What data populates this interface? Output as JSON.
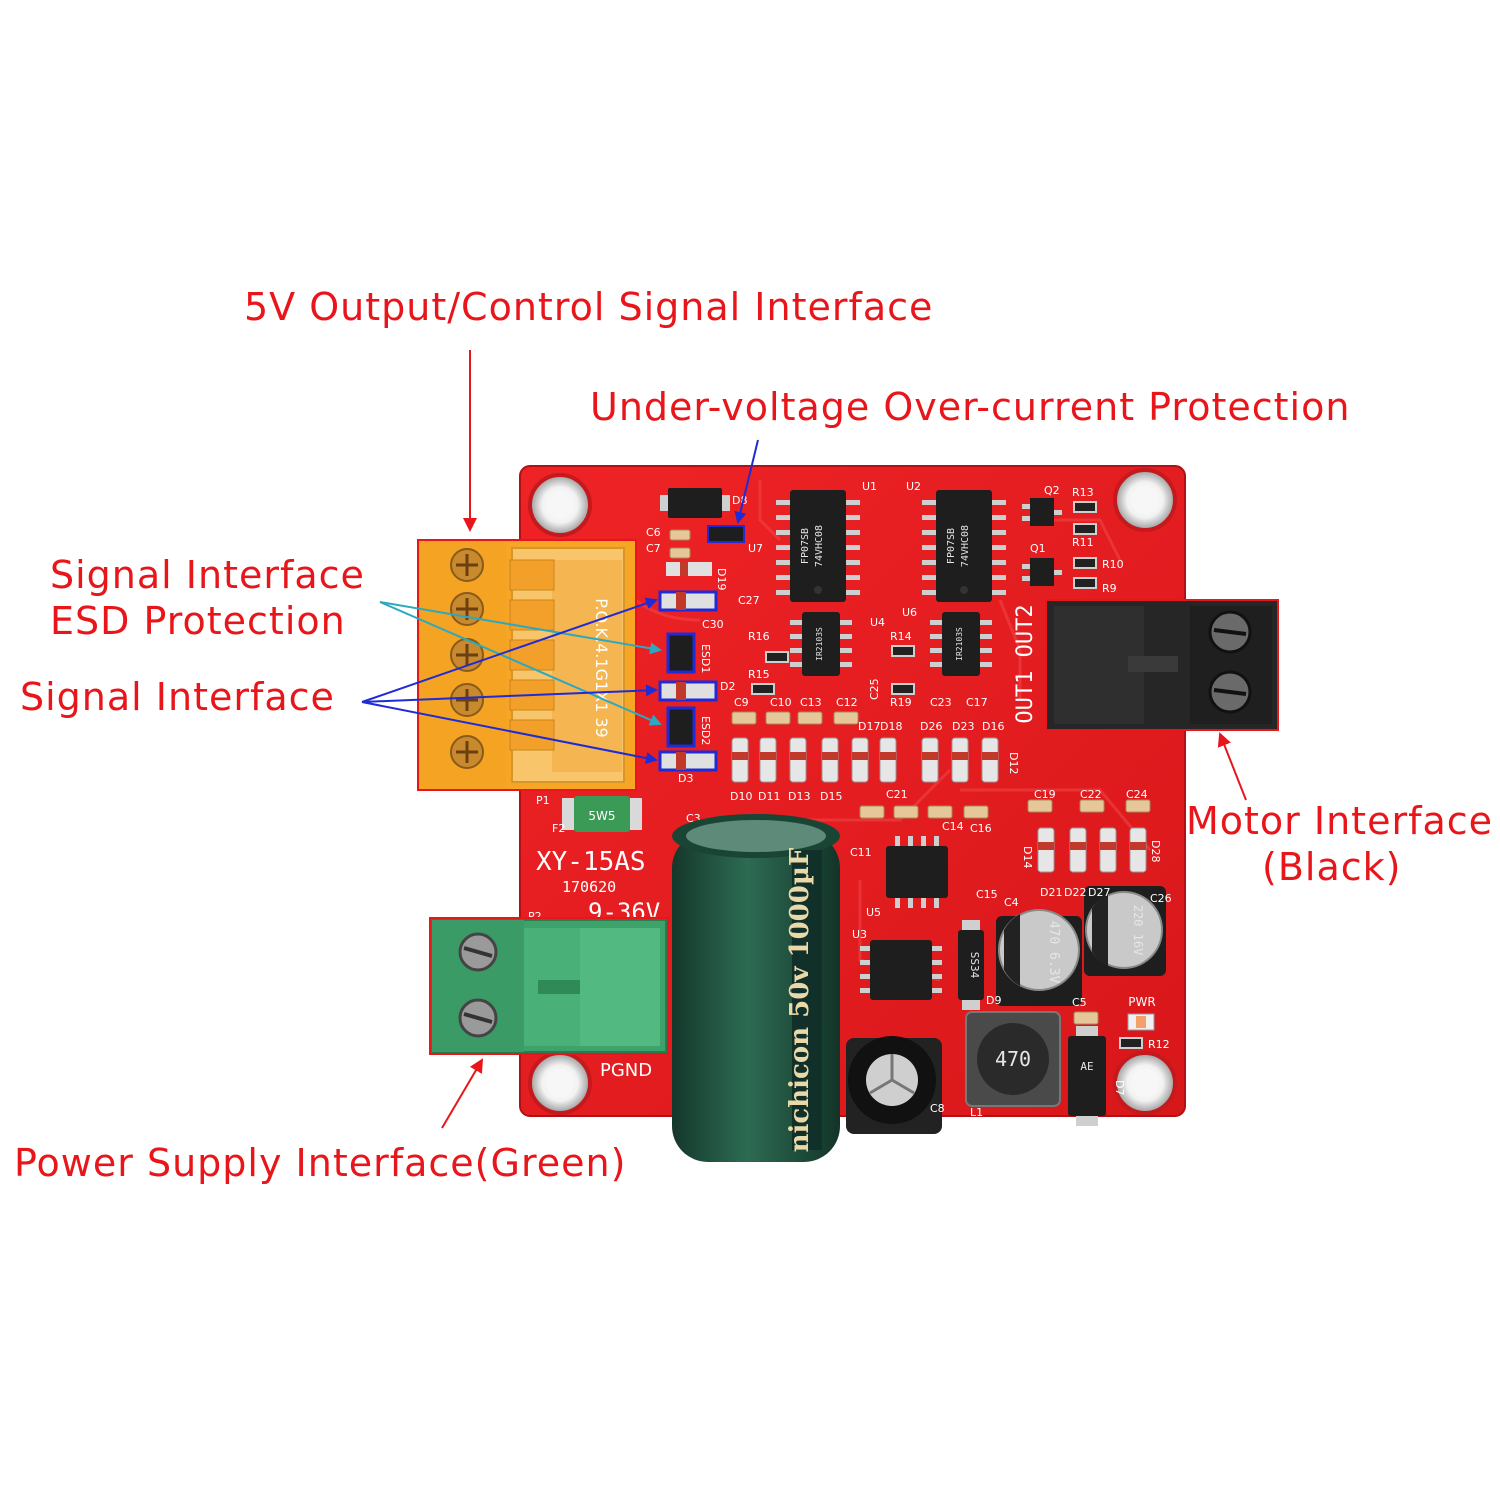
{
  "callouts": {
    "five_v": "5V Output/Control Signal Interface",
    "undervoltage": "Under-voltage Over-current Protection",
    "esd_line1": "Signal Interface",
    "esd_line2": "ESD Protection",
    "signal": "Signal Interface",
    "motor_line1": "Motor Interface",
    "motor_line2": "(Black)",
    "power": "Power Supply Interface(Green)"
  },
  "board": {
    "model": "XY-15AS",
    "date_code": "170620",
    "voltage": "9-36V",
    "pgnd": "PGND",
    "pwr": "PWR",
    "out_label": "OUT1 OUT2",
    "fuse": "5W5",
    "chip_u1": "74VHC08",
    "chip_u2": "74VHC08",
    "chip_top": "FP07SB",
    "driver_u4": "IR2103S",
    "driver_u6": "IR2103S",
    "inductor": "470",
    "cap_big": "nichicon 50v 1000µF",
    "cap_small_a": "470 6.3V",
    "cap_small_b": "220 16V",
    "diode_d9": "SS34",
    "diode_d7": "AE",
    "terminal_text": "P.O.K.4.1G1X1 39",
    "refs": [
      "U1",
      "U2",
      "U4",
      "U6",
      "U3",
      "U5",
      "U7",
      "Q1",
      "Q2",
      "R9",
      "R10",
      "R11",
      "R12",
      "R13",
      "R14",
      "R15",
      "R16",
      "R19",
      "C3",
      "C4",
      "C5",
      "C6",
      "C7",
      "C8",
      "C9",
      "C10",
      "C11",
      "C12",
      "C13",
      "C14",
      "C15",
      "C16",
      "C17",
      "C19",
      "C21",
      "C22",
      "C23",
      "C24",
      "C25",
      "C26",
      "C27",
      "C30",
      "D2",
      "D3",
      "D7",
      "D8",
      "D9",
      "D10",
      "D11",
      "D12",
      "D13",
      "D14",
      "D15",
      "D16",
      "D17",
      "D18",
      "D19",
      "D21",
      "D22",
      "D23",
      "D26",
      "D27",
      "D28",
      "ESD1",
      "ESD2",
      "P1",
      "P2",
      "F2",
      "L1"
    ]
  },
  "colors": {
    "board": "#e31b1e",
    "callout": "#e8161b",
    "blue_arrow": "#1f2bd6",
    "teal_arrow": "#2aa9c0",
    "yellow_terminal": "#f6a624",
    "green_terminal": "#3ea26b",
    "black_terminal": "#262626",
    "cap_green": "#1f4b3a"
  }
}
